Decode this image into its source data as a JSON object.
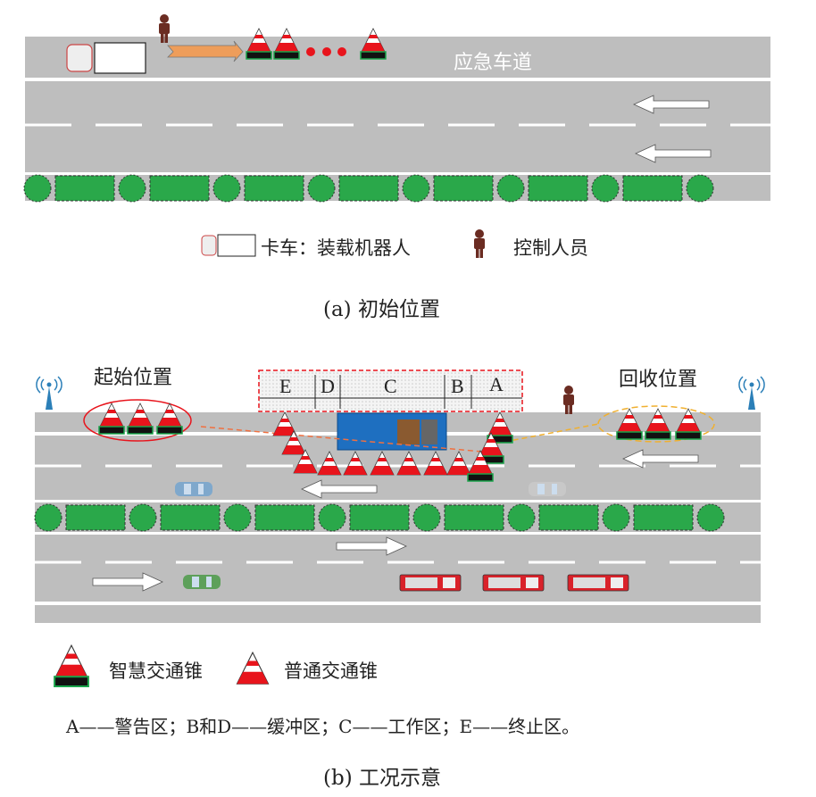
{
  "part_a": {
    "lane_label": "应急车道",
    "legend_truck": "卡车：装载机器人",
    "legend_person": "控制人员",
    "caption": "(a)  初始位置"
  },
  "part_b": {
    "start_label": "起始位置",
    "end_label": "回收位置",
    "zones": [
      "E",
      "D",
      "C",
      "B",
      "A"
    ],
    "legend_smart_cone": "智慧交通锥",
    "legend_normal_cone": "普通交通锥",
    "zone_description": "A——警告区；B和D——缓冲区；C——工作区；E——终止区。",
    "caption": "(b)  工况示意"
  },
  "colors": {
    "road": "#bebebe",
    "hedge": "#2aa84a",
    "cone_red": "#e8141c",
    "person": "#6b2c22",
    "arrow_orange": "#ee9d5a",
    "work_zone": "#1e6fc0"
  }
}
